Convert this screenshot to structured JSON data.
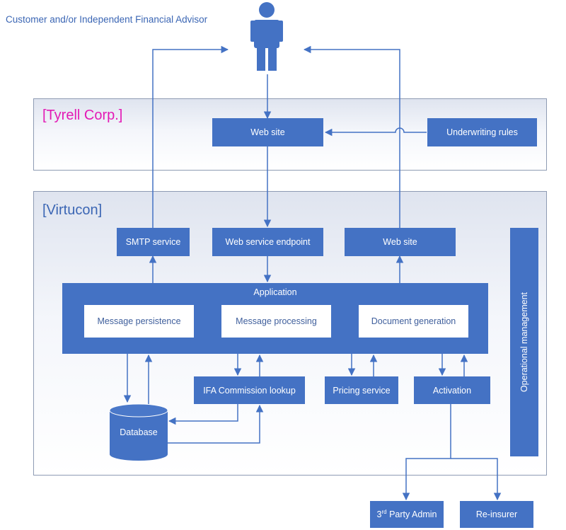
{
  "actor": {
    "label": "Customer and/or Independent Financial Advisor",
    "icon": "person-icon"
  },
  "zones": {
    "tyrell": "[Tyrell Corp.]",
    "virtucon": "[Virtucon]"
  },
  "nodes": {
    "tyrell_website": "Web site",
    "underwriting_rules": "Underwriting rules",
    "smtp_service": "SMTP service",
    "web_service_endpoint": "Web service endpoint",
    "virtucon_website": "Web site",
    "application": "Application",
    "message_persistence": "Message persistence",
    "message_processing": "Message processing",
    "document_generation": "Document generation",
    "operational_management": "Operational management",
    "ifa_commission_lookup": "IFA Commission lookup",
    "pricing_service": "Pricing service",
    "activation": "Activation",
    "database": "Database",
    "third_party_admin_prefix": "3",
    "third_party_admin_sup": "rd",
    "third_party_admin_suffix": " Party Admin",
    "reinsurer": "Re-insurer"
  },
  "colors": {
    "box": "#4472c4",
    "line": "#4472c4",
    "tyrell_label": "#e31ab5",
    "virtucon_label": "#3b66b4",
    "actor_text": "#3b66b4"
  }
}
